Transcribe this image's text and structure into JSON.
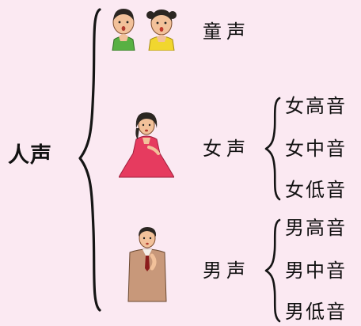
{
  "root": {
    "label": "人声"
  },
  "categories": [
    {
      "key": "child",
      "label": "童声",
      "subtypes": []
    },
    {
      "key": "female",
      "label": "女声",
      "subtypes": [
        "女高音",
        "女中音",
        "女低音"
      ]
    },
    {
      "key": "male",
      "label": "男声",
      "subtypes": [
        "男高音",
        "男中音",
        "男低音"
      ]
    }
  ]
}
